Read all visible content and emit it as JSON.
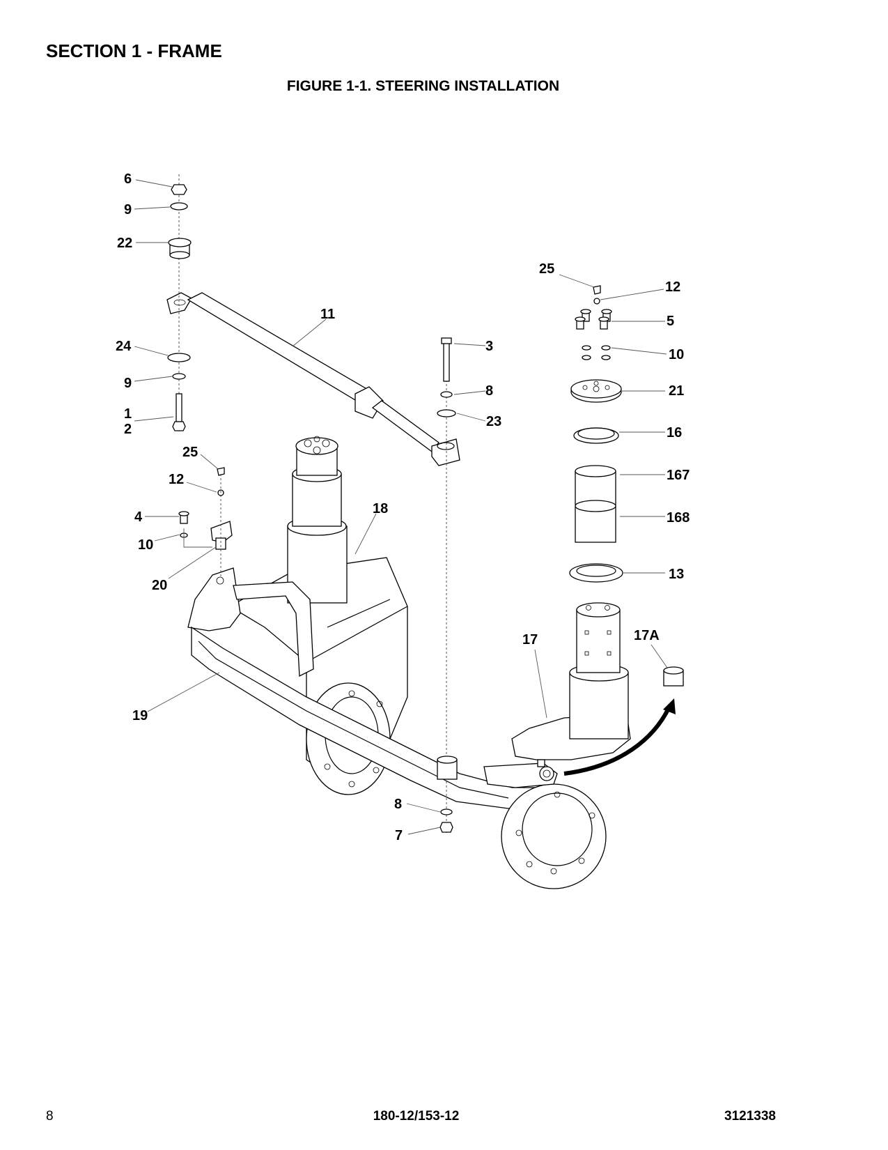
{
  "header": {
    "section_title": "SECTION 1 - FRAME",
    "figure_title": "FIGURE 1-1. STEERING INSTALLATION"
  },
  "callouts": {
    "c6": "6",
    "c9a": "9",
    "c22": "22",
    "c11": "11",
    "c24": "24",
    "c9b": "9",
    "c1": "1",
    "c2": "2",
    "c25a": "25",
    "c12a": "12",
    "c4": "4",
    "c10a": "10",
    "c20": "20",
    "c18": "18",
    "c19": "19",
    "c3": "3",
    "c8a": "8",
    "c23": "23",
    "c8b": "8",
    "c7": "7",
    "c25b": "25",
    "c12b": "12",
    "c5": "5",
    "c10b": "10",
    "c21": "21",
    "c16": "16",
    "c167": "167",
    "c168": "168",
    "c13": "13",
    "c17": "17",
    "c17a": "17A"
  },
  "footer": {
    "page_number": "8",
    "model": "180-12/153-12",
    "doc_number": "3121338"
  }
}
